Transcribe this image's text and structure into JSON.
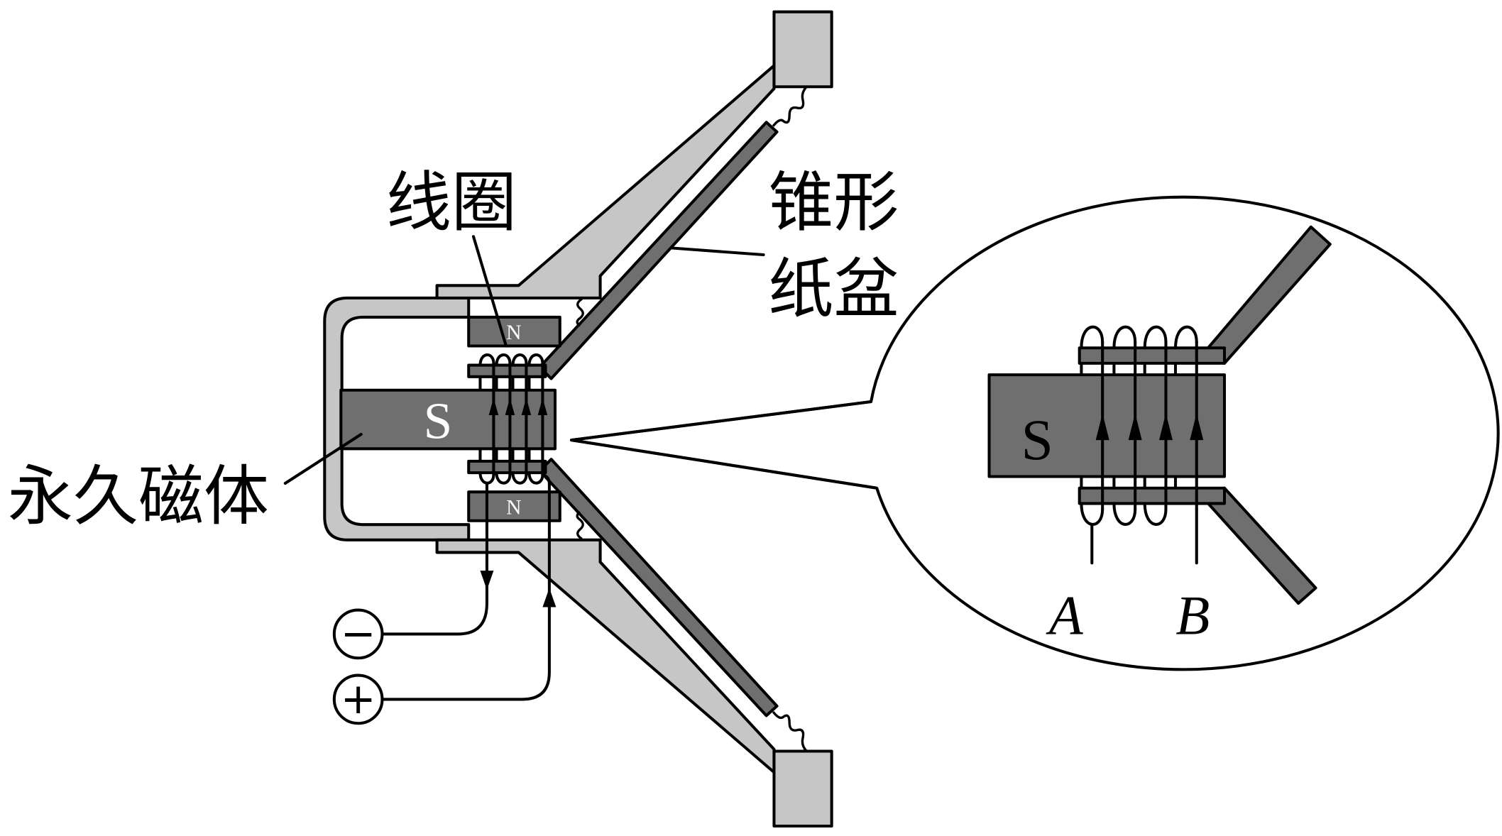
{
  "labels": {
    "coil": "线圈",
    "cone_line1": "锥形",
    "cone_line2": "纸盆",
    "magnet": "永久磁体"
  },
  "poles": {
    "main_s": "S",
    "north_top": "N",
    "north_bottom": "N",
    "zoom_s": "S"
  },
  "terminals": {
    "negative": "−",
    "positive": "+"
  },
  "zoom_leads": {
    "a": "A",
    "b": "B"
  },
  "colors": {
    "magnet": "#6f6f6f",
    "frame": "#c6c6c6",
    "outline": "#000000"
  }
}
